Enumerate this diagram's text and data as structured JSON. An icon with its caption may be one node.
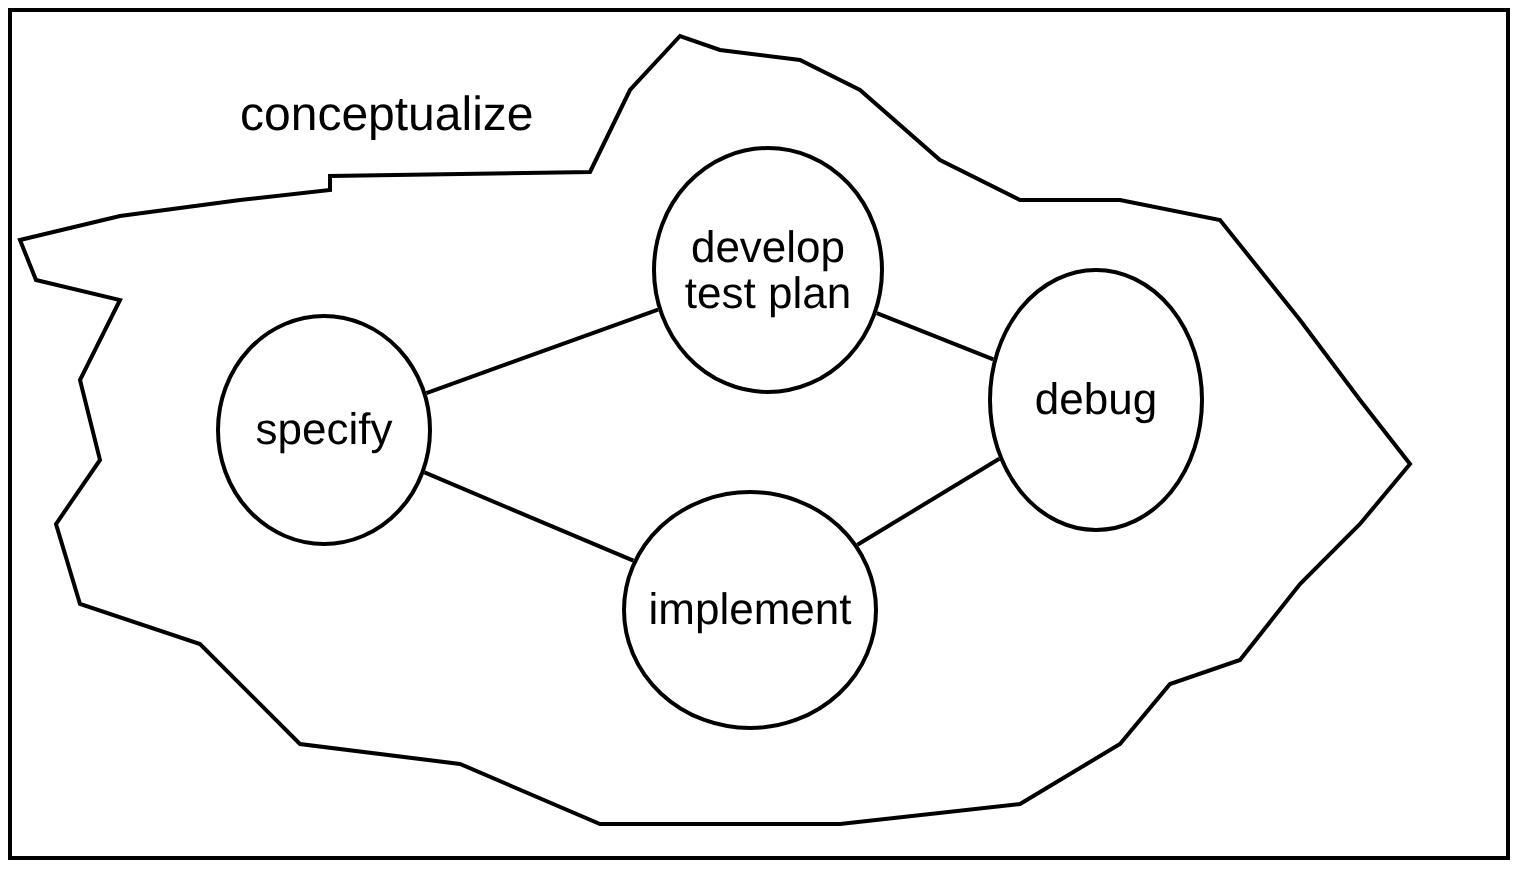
{
  "diagram": {
    "nodes": [
      {
        "text": [
          "conceptualize"
        ]
      },
      {
        "text": [
          "develop test plan"
        ],
        "in": 0
      },
      {
        "text": [
          "specify"
        ],
        "in": 0
      },
      {
        "text": [
          "debug"
        ],
        "in": 0
      },
      {
        "text": [
          "implement"
        ],
        "in": 0
      }
    ],
    "edges": [
      {
        "from": 2,
        "to": 1,
        "arrow": "none"
      },
      {
        "from": 1,
        "to": 3,
        "arrow": "none"
      },
      {
        "from": 2,
        "to": 4,
        "arrow": "none"
      },
      {
        "from": 4,
        "to": 3,
        "arrow": "none"
      }
    ]
  }
}
